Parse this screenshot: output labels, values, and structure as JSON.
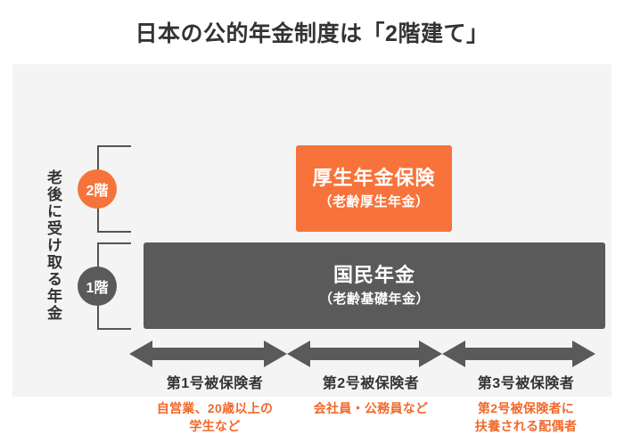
{
  "page": {
    "title": "日本の公的年金制度は「2階建て」",
    "background_color": "#ffffff",
    "panel_color": "#f4f4f4",
    "accent_orange": "#f7733b",
    "accent_gray": "#5a5a5a"
  },
  "side_label": {
    "text": "老後に受け取る年金"
  },
  "floors": [
    {
      "badge": "2階",
      "badge_color": "#f6733c",
      "box_main": "厚生年金保険",
      "box_sub": "（老齢厚生年金）",
      "box_color": "#f7733b"
    },
    {
      "badge": "1階",
      "badge_color": "#5a5a5a",
      "box_main": "国民年金",
      "box_sub": "（老齢基礎年金）",
      "box_color": "#5a5a5a"
    }
  ],
  "categories": [
    {
      "title": "第1号被保険者",
      "desc": "自営業、20歳以上の\n学生など"
    },
    {
      "title": "第2号被保険者",
      "desc": "会社員・公務員など"
    },
    {
      "title": "第3号被保険者",
      "desc": "第2号被保険者に\n扶養される配偶者"
    }
  ],
  "arrows": {
    "color": "#5a5a5a",
    "count": 3
  }
}
